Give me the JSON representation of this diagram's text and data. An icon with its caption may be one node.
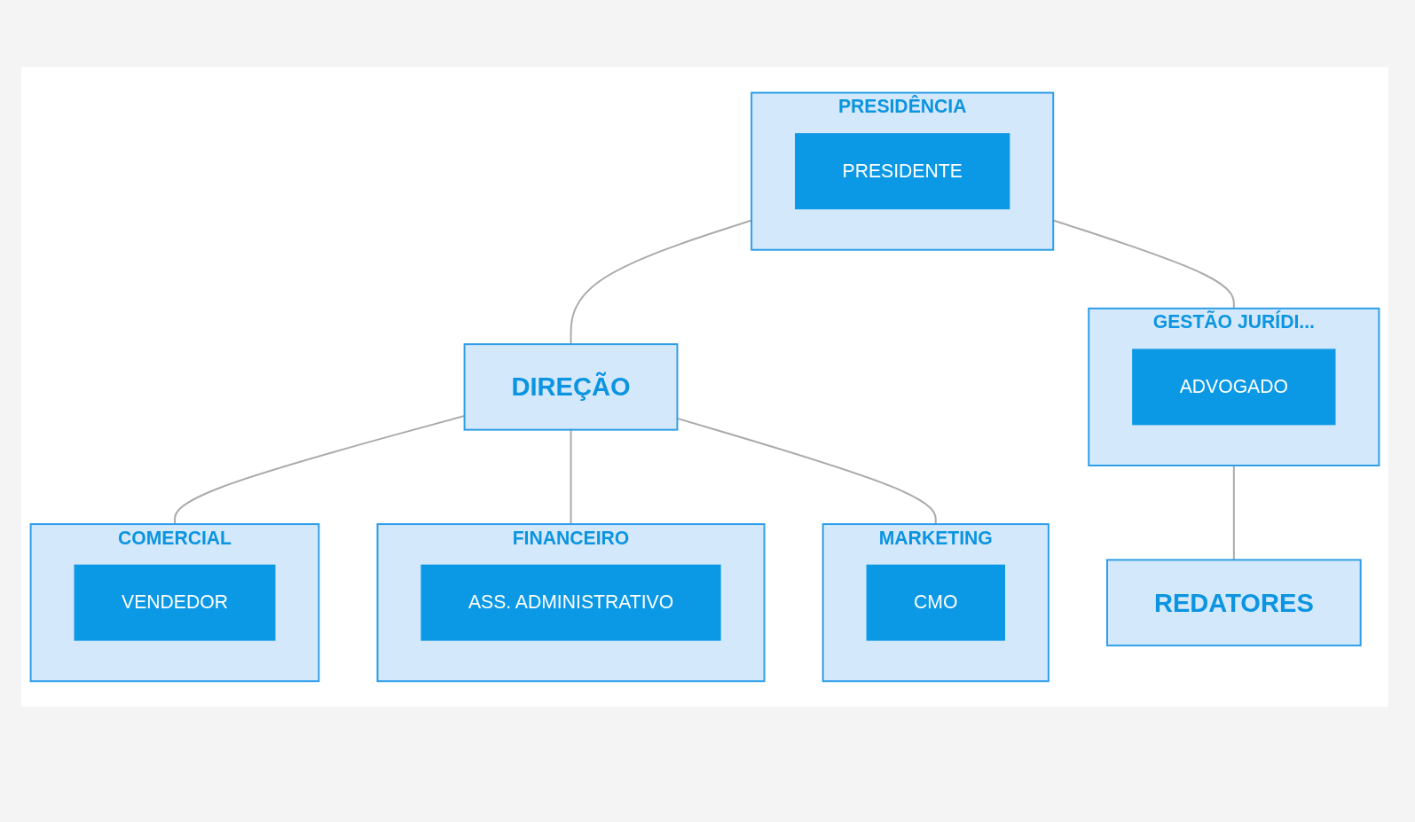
{
  "diagram": {
    "nodes": [
      {
        "text": [
          "PRESIDÊNCIA"
        ]
      },
      {
        "text": [
          "PRESIDENTE"
        ],
        "in": 0
      },
      {
        "text": [
          "DIREÇÃO"
        ]
      },
      {
        "text": [
          "GESTÃO JURÍDI..."
        ]
      },
      {
        "text": [
          "ADVOGADO"
        ],
        "in": 3
      },
      {
        "text": [
          "COMERCIAL"
        ]
      },
      {
        "text": [
          "VENDEDOR"
        ],
        "in": 5
      },
      {
        "text": [
          "FINANCEIRO"
        ]
      },
      {
        "text": [
          "ASS. ADMINISTRATIVO"
        ],
        "in": 7
      },
      {
        "text": [
          "MARKETING"
        ]
      },
      {
        "text": [
          "CMO"
        ],
        "in": 9
      },
      {
        "text": [
          "REDATORES"
        ]
      }
    ],
    "edges": [
      {
        "from": 0,
        "to": 2,
        "arrow": "none"
      },
      {
        "from": 0,
        "to": 3,
        "arrow": "none"
      },
      {
        "from": 2,
        "to": 5,
        "arrow": "none"
      },
      {
        "from": 2,
        "to": 7,
        "arrow": "none"
      },
      {
        "from": 2,
        "to": 9,
        "arrow": "none"
      },
      {
        "from": 3,
        "to": 11,
        "arrow": "none"
      }
    ]
  }
}
